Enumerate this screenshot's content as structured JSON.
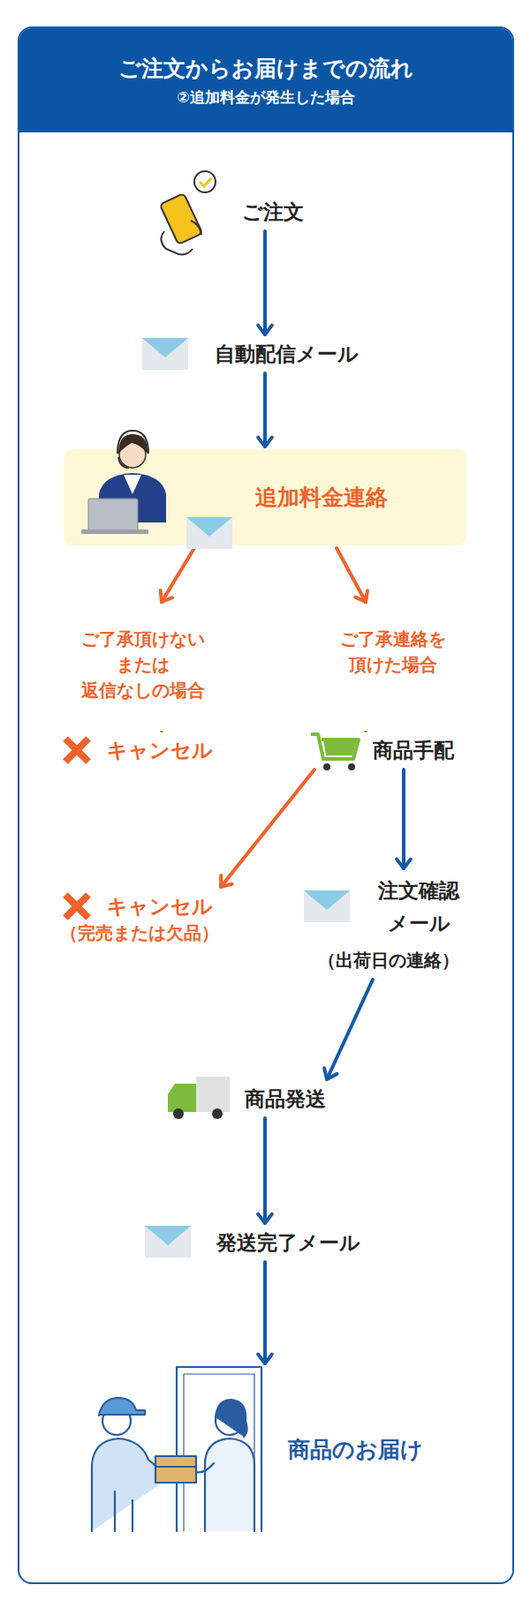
{
  "diagram": {
    "title": "ご注文からお届けまでの流れ",
    "nodes": [
      {
        "text": [
          "ご注文"
        ]
      },
      {
        "text": [
          "自動配信メール"
        ]
      },
      {
        "text": [
          "追加料金連絡"
        ]
      },
      {
        "text": [
          "キャンセル"
        ]
      },
      {
        "text": [
          "商品手配"
        ]
      },
      {
        "text": [
          "キャンセル",
          "（完売または欠品）"
        ]
      },
      {
        "text": [
          "注文確認 メール",
          "（出荷日の連絡）"
        ]
      },
      {
        "text": [
          "商品発送"
        ]
      },
      {
        "text": [
          "発送完了メール"
        ]
      },
      {
        "text": [
          "商品のお届け"
        ]
      }
    ],
    "edges": [
      {
        "from": 0,
        "to": 1,
        "arrow": "to"
      },
      {
        "from": 1,
        "to": 2,
        "arrow": "to"
      },
      {
        "from": 2,
        "to": 3,
        "label": "ご了承頂けない または 返信なしの場合",
        "arrow": "to"
      },
      {
        "from": 2,
        "to": 4,
        "label": "ご了承連絡を 頂けた場合",
        "arrow": "to"
      },
      {
        "from": 4,
        "to": 5,
        "arrow": "to"
      },
      {
        "from": 4,
        "to": 6,
        "arrow": "to"
      },
      {
        "from": 6,
        "to": 7,
        "arrow": "to"
      },
      {
        "from": 7,
        "to": 8,
        "arrow": "to"
      },
      {
        "from": 8,
        "to": 9,
        "arrow": "to"
      }
    ],
    "labels": [
      "②追加料金が発生した場合"
    ]
  }
}
